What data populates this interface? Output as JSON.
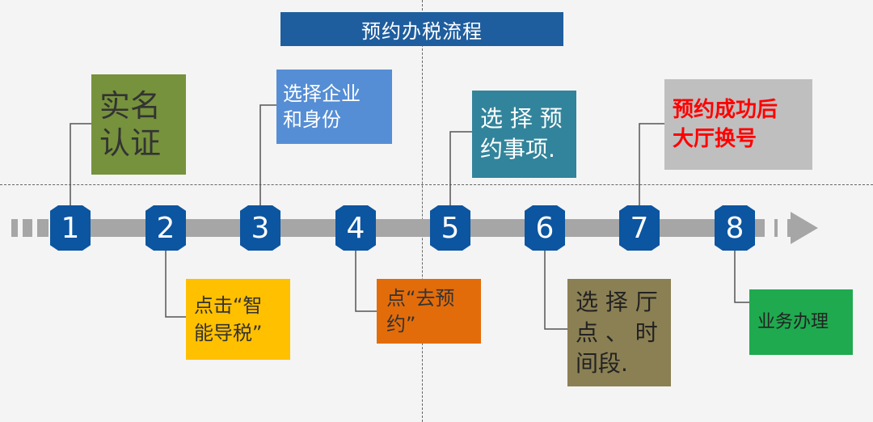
{
  "title": "预约办税流程",
  "steps": [
    {
      "number": "1",
      "label": "实名\n认证",
      "color": "#76923c",
      "text_color": "#333333"
    },
    {
      "number": "2",
      "label": "点击“智\n能导税”",
      "color": "#ffc000",
      "text_color": "#333333"
    },
    {
      "number": "3",
      "label": "选择企业\n和身份",
      "color": "#558ed5",
      "text_color": "#ffffff"
    },
    {
      "number": "4",
      "label": "点“去预\n约”",
      "color": "#e36c0a",
      "text_color": "#333333"
    },
    {
      "number": "5",
      "label": "选 择 预\n约事项.",
      "color": "#31849b",
      "text_color": "#ffffff"
    },
    {
      "number": "6",
      "label": "选 择 厅\n点 、 时\n间段.",
      "color": "#8b8054",
      "text_color": "#222222"
    },
    {
      "number": "7",
      "label": "预约成功后\n大厅换号",
      "color": "#bfbfbf",
      "text_color": "#ff0000"
    },
    {
      "number": "8",
      "label": "业务办理",
      "color": "#1faa4f",
      "text_color": "#222222"
    }
  ]
}
